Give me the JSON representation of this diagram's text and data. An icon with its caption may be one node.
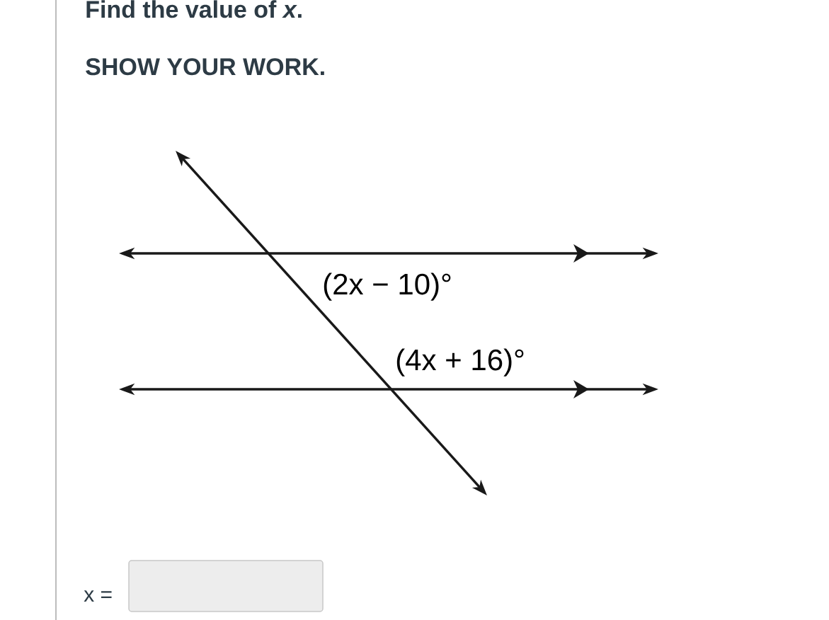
{
  "diagram": {
    "title": "Find the value of *x*.",
    "labels": [
      "SHOW YOUR WORK.",
      "(2x − 10)°",
      "(4x + 16)°",
      "x ="
    ]
  }
}
